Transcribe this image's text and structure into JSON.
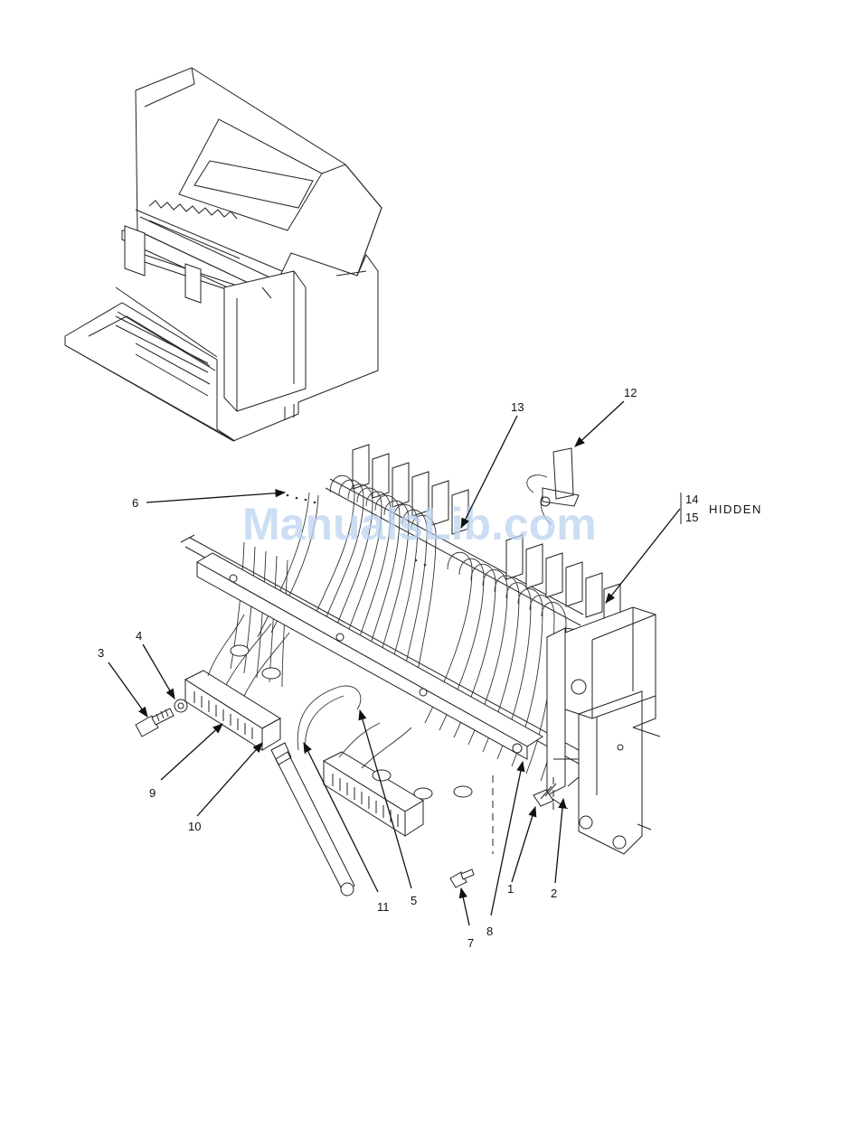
{
  "watermark": "ManualsLib.com",
  "callouts": [
    "1",
    "2",
    "3",
    "4",
    "5",
    "6",
    "7",
    "8",
    "9",
    "10",
    "11",
    "12",
    "13",
    "14",
    "15"
  ],
  "hidden_note": "HIDDEN",
  "colors": {
    "line": "#222222",
    "watermark": "#bcd3f1"
  }
}
